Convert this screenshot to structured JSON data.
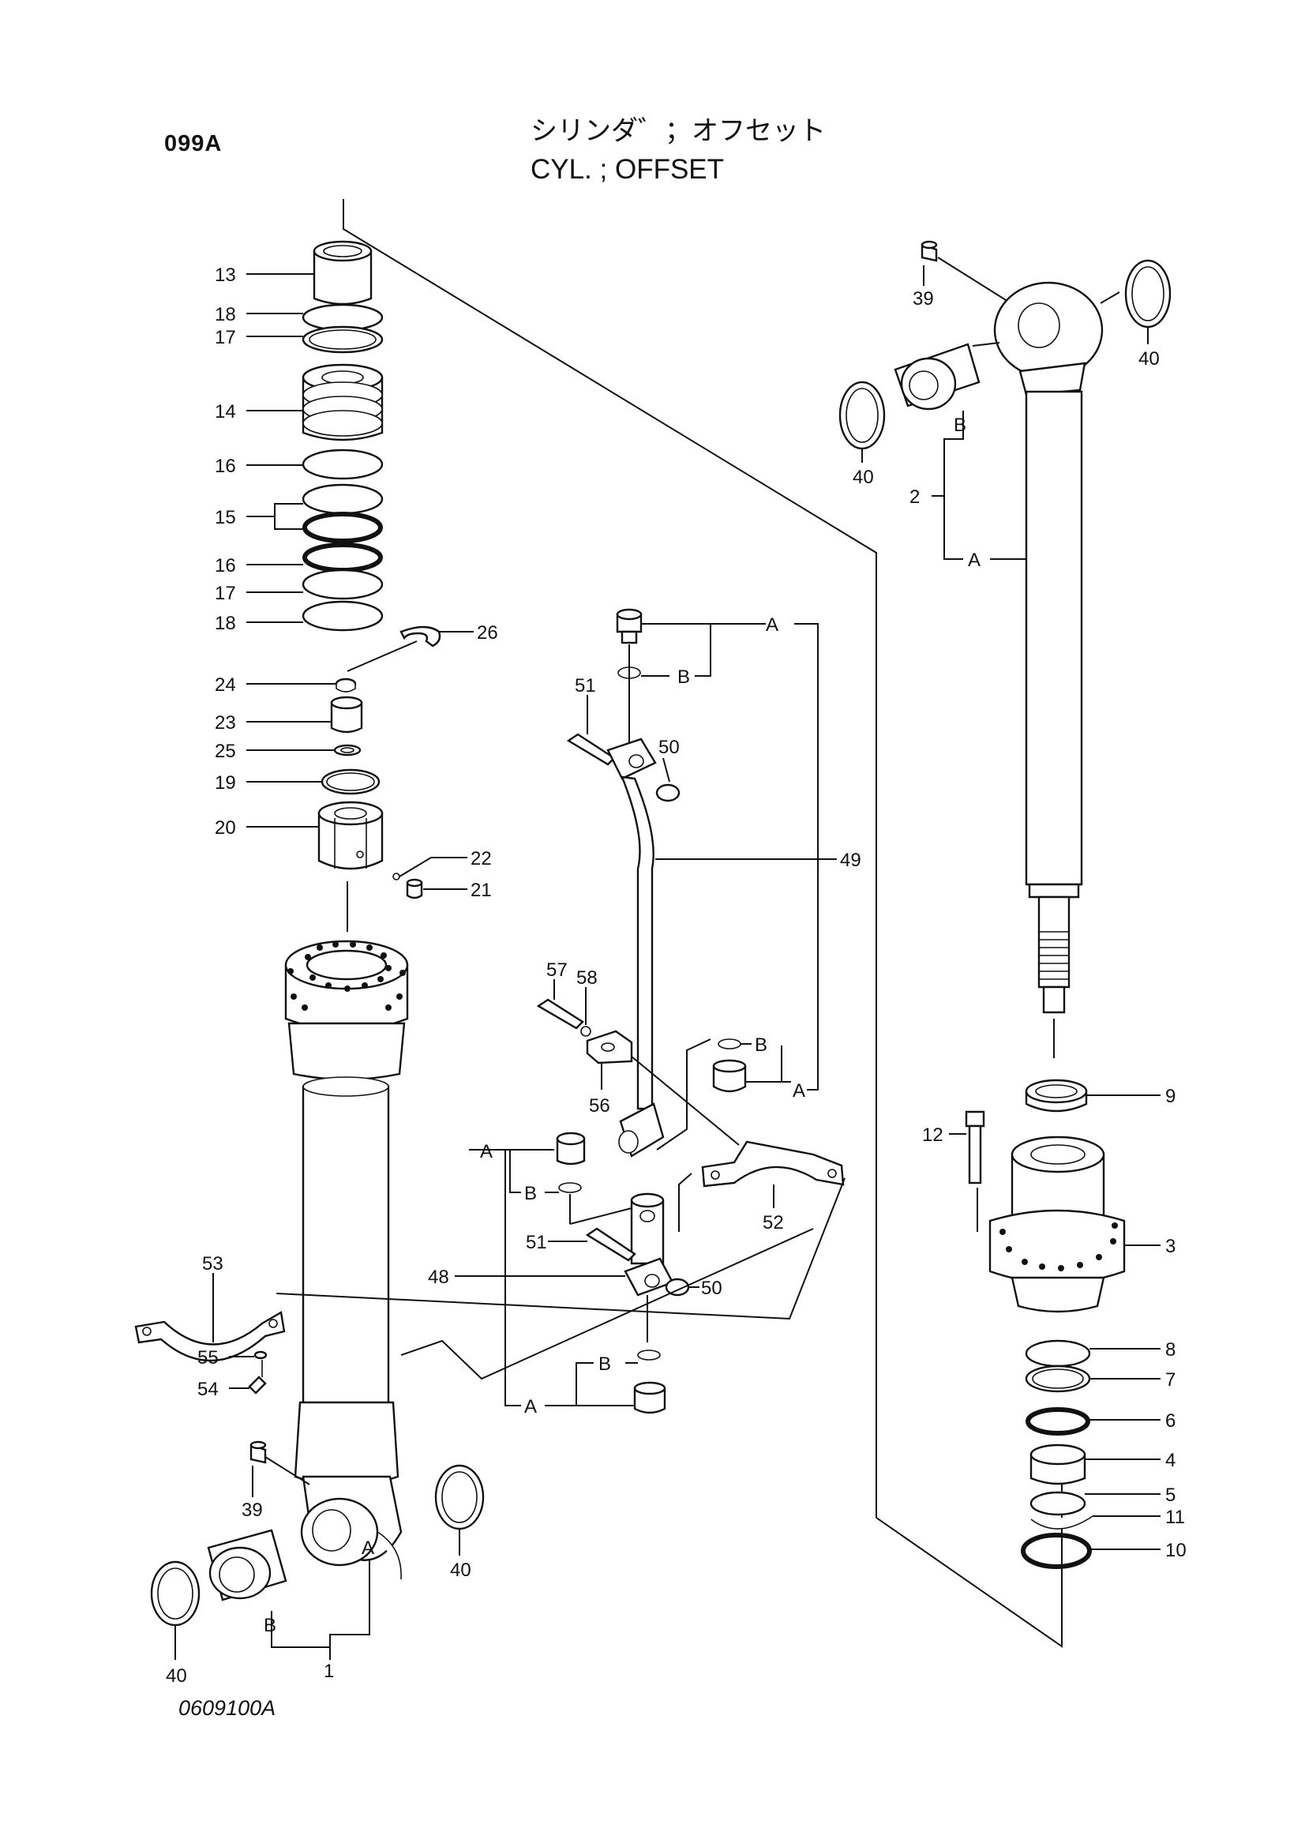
{
  "header": {
    "page_code": "099A",
    "title_jp": "シリンダ゛；オフセット",
    "title_en": "CYL. ; OFFSET"
  },
  "footer": {
    "drawing_number": "0609100A"
  },
  "labels": {
    "p13": "13",
    "p18a": "18",
    "p17a": "17",
    "p14": "14",
    "p16a": "16",
    "p15": "15",
    "p16b": "16",
    "p17b": "17",
    "p18b": "18",
    "p26": "26",
    "p24": "24",
    "p23": "23",
    "p25": "25",
    "p19": "19",
    "p20": "20",
    "p22": "22",
    "p21": "21",
    "p53": "53",
    "p55": "55",
    "p54": "54",
    "p39a": "39",
    "p40a": "40",
    "p40b": "40",
    "pA_bottom": "A",
    "pB_bottom": "B",
    "p1": "1",
    "p51a": "51",
    "p50a": "50",
    "p49": "49",
    "pA_pipe_top": "A",
    "pB_pipe_top": "B",
    "p57": "57",
    "p58": "58",
    "p56": "56",
    "pB_mid_right": "B",
    "pA_mid_right": "A",
    "pA_left_group": "A",
    "pB_left_group": "B",
    "p52": "52",
    "p51b": "51",
    "p48": "48",
    "p50b": "50",
    "pB_low": "B",
    "pA_low": "A",
    "p39b": "39",
    "p40c": "40",
    "p40d": "40",
    "pB_rod": "B",
    "p2": "2",
    "pA_rod": "A",
    "p9": "9",
    "p12": "12",
    "p3": "3",
    "p8": "8",
    "p7": "7",
    "p6": "6",
    "p4": "4",
    "p5": "5",
    "p11": "11",
    "p10": "10"
  }
}
